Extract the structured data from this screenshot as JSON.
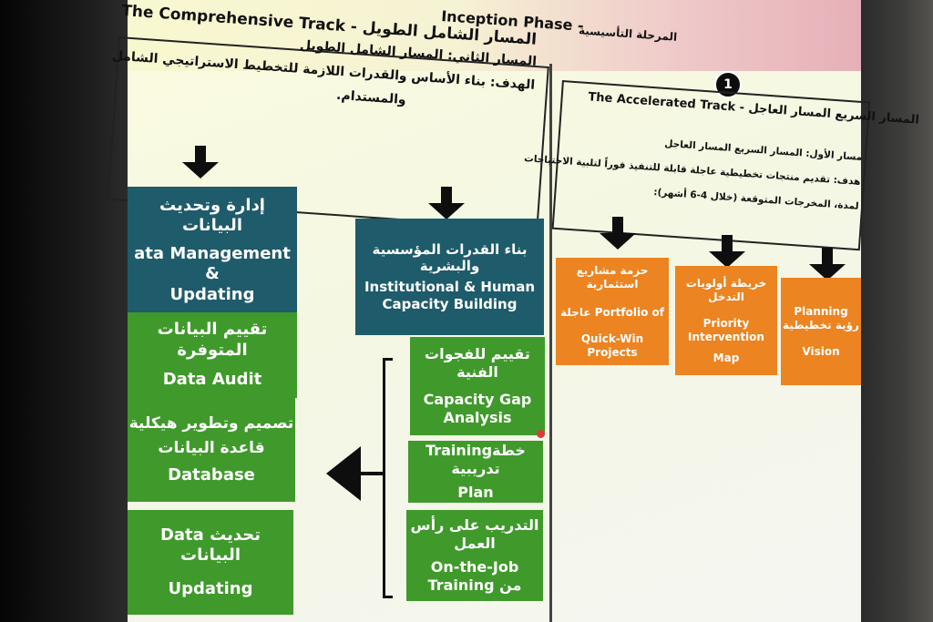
{
  "header": {
    "comprehensive_title": "The Comprehensive Track - المسار الشامل الطويل",
    "phase_en": "Inception Phase  -",
    "phase_ar": "المرحلة التأسيسية",
    "phase_number": "1"
  },
  "comprehensive": {
    "line1": "المسار الثاني: المسار الشامل الطويل",
    "line2": "الهدف: بناء الأساس والقدرات اللازمة للتخطيط الاستراتيجي الشامل",
    "line3": "والمستدام.",
    "data_mgmt": {
      "ar": "إدارة وتحديث البيانات",
      "en1": "ata Management &",
      "en2": "Updating"
    },
    "institutional": {
      "ar": "بناء القدرات المؤسسية والبشرية",
      "en1": "Institutional & Human",
      "en2": "Capacity Building"
    },
    "data_audit": {
      "ar": "تقييم البيانات المتوفرة",
      "en": "Data Audit"
    },
    "database": {
      "ar1": "تصميم وتطوير هيكلية",
      "ar2": "قاعدة البيانات",
      "en": "Database"
    },
    "data_updating": {
      "line1": "Data تحديث البيانات",
      "line2": "Updating"
    },
    "capacity_gap": {
      "ar": "تقييم للفجوات الفنية",
      "en1": "Capacity Gap",
      "en2": "Analysis"
    },
    "training_plan": {
      "line1": "Trainingخطة تدريبية",
      "line2": "Plan"
    },
    "ojt": {
      "ar": "التدريب على رأس العمل",
      "en1": "On-the-Job",
      "en2": "Training  من"
    }
  },
  "accelerated": {
    "title": "The Accelerated Track - المسار السريع المسار العاجل",
    "line1": "مسار الأول: المسار السريع المسار العاجل",
    "line2": "هدف: تقديم منتجات تخطيطية عاجلة قابلة للتنفيذ فوراً لتلبية الاحتياجات",
    "line3": "لمدة، المخرجات المتوقعة (خلال 4-6 أشهر):",
    "portfolio": {
      "ar": "حزمة مشاريع استثمارية",
      "line2": "عاجلة  Portfolio of",
      "line3": "Quick-Win Projects"
    },
    "priority": {
      "ar": "خريطة أولويات التدخل",
      "en1": "Priority Intervention",
      "en2": "Map"
    },
    "planning": {
      "line1": "Planning رؤية تخطيطية",
      "line2": "Vision"
    }
  }
}
